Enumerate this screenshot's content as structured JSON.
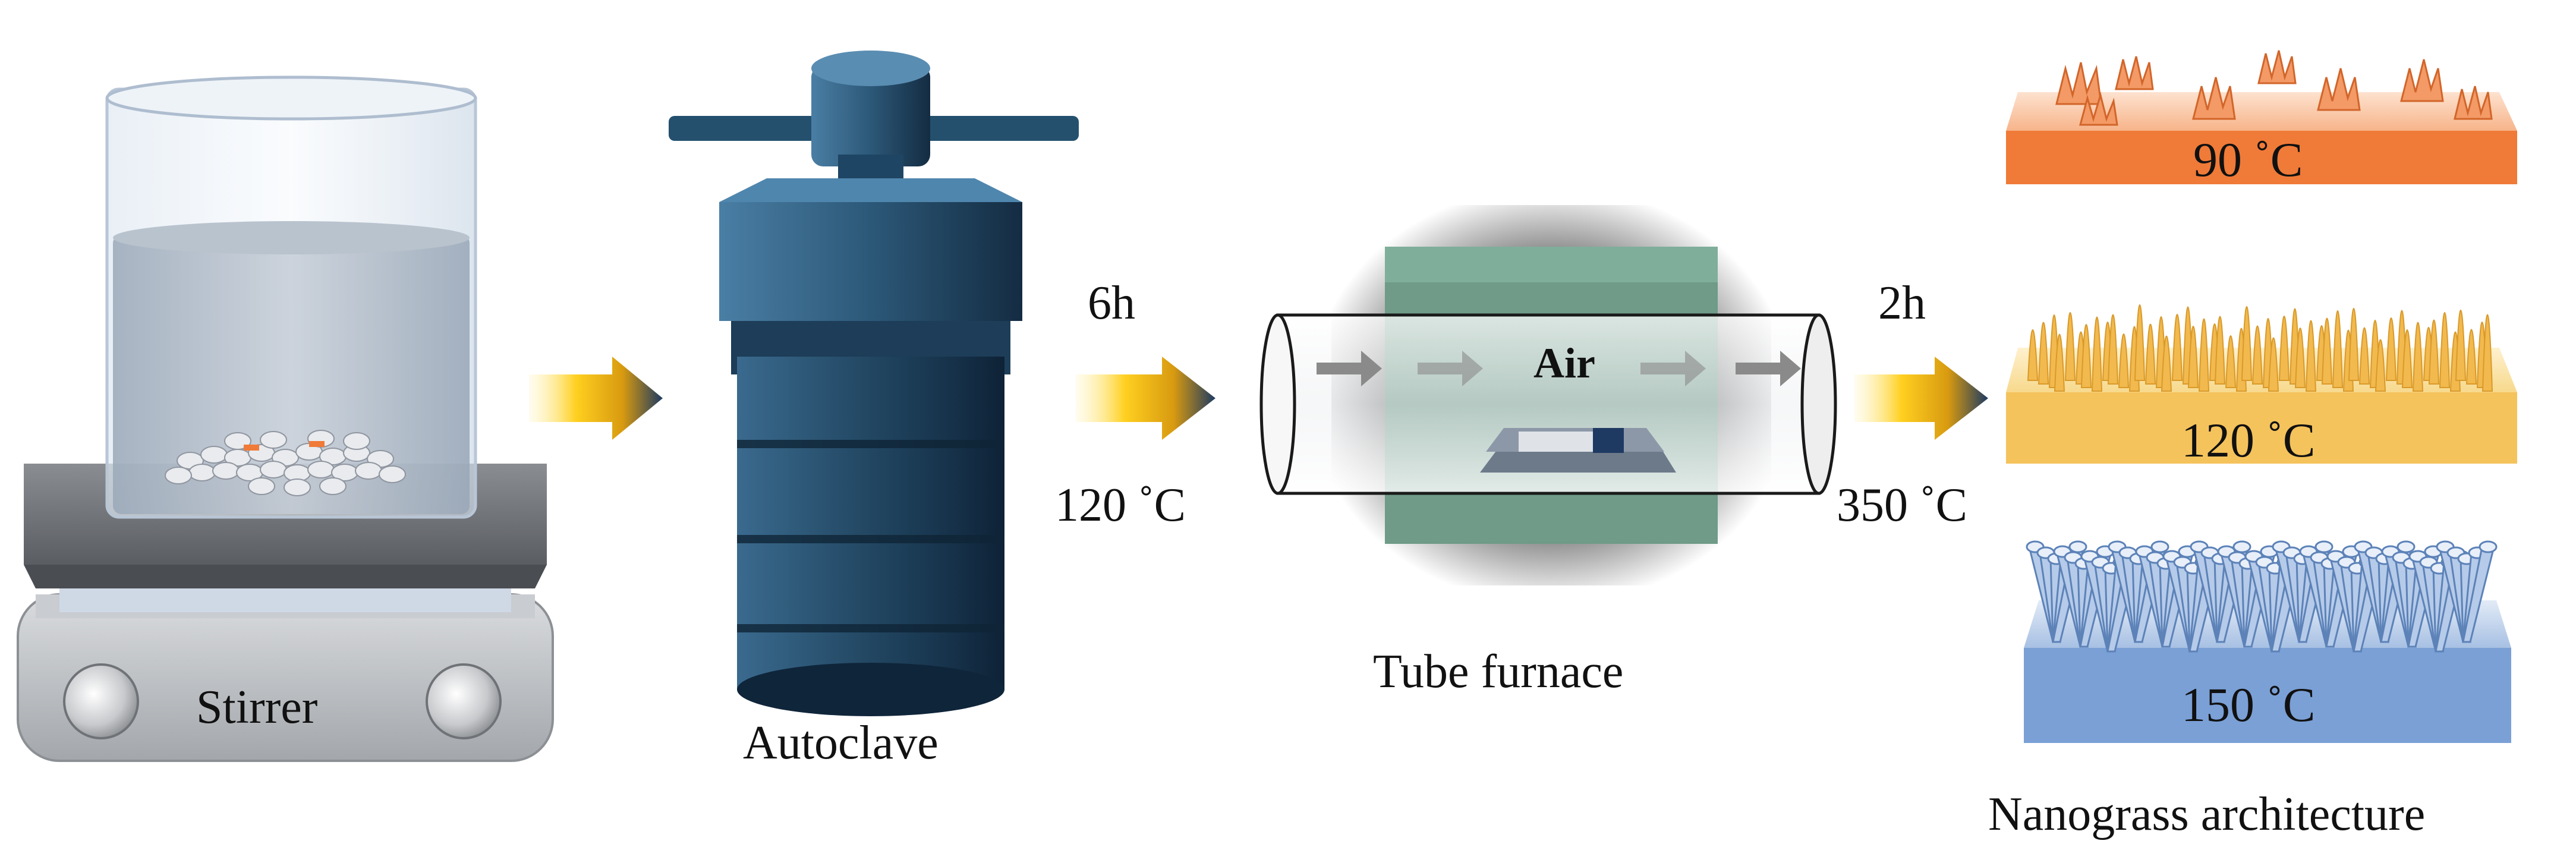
{
  "labels": {
    "stirrer": "Stirrer",
    "autoclave": "Autoclave",
    "tube_furnace": "Tube furnace",
    "air": "Air",
    "nanograss_architecture": "Nanograss architecture"
  },
  "conditions": {
    "hydrothermal_time": "6h",
    "hydrothermal_temp": "120 ˚C",
    "anneal_time": "2h",
    "anneal_temp": "350 ˚C"
  },
  "samples": [
    {
      "temp": "90 ˚C",
      "color": "#f07a38",
      "morphology": "sparse clusters"
    },
    {
      "temp": "120 ˚C",
      "color": "#f5c35c",
      "morphology": "dense needles"
    },
    {
      "temp": "150 ˚C",
      "color": "#7aa0d6",
      "morphology": "flower bundles"
    }
  ],
  "colors": {
    "arrow_start": "#ffd020",
    "arrow_end": "#1d3a62",
    "autoclave": "#2e5878",
    "furnace_wall": "#6f9b88",
    "stirrer_body": "#b9bcc0"
  }
}
